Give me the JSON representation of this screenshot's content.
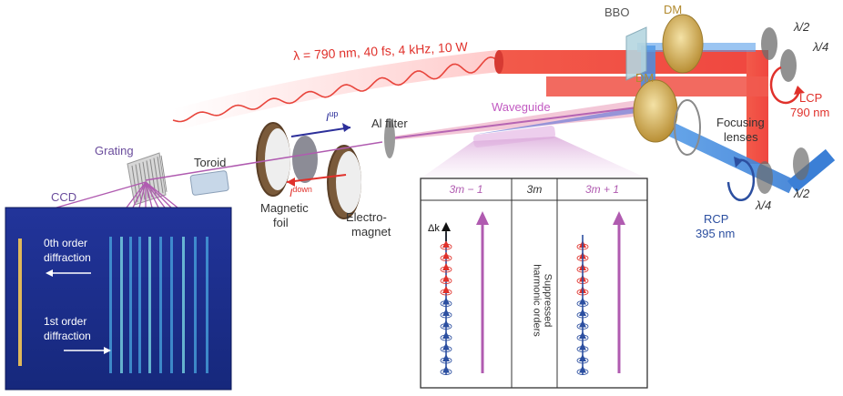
{
  "labels": {
    "laser": "λ = 790 nm, 40 fs, 4 kHz, 10 W",
    "bbo": "BBO",
    "dm_top": "DM",
    "dm_mid": "DM",
    "half_top": "λ/2",
    "quarter_top": "λ/4",
    "lcp": "LCP",
    "lcp_wl": "790 nm",
    "focusing_1": "Focusing",
    "focusing_2": "lenses",
    "rcp": "RCP",
    "rcp_wl": "395 nm",
    "quarter_bot": "λ/4",
    "half_bot": "λ/2",
    "waveguide": "Waveguide",
    "al_filter": "Al filter",
    "i_up": "I",
    "i_up_sup": "up",
    "i_down": "I",
    "i_down_sup": "down",
    "magnetic_1": "Magnetic",
    "magnetic_2": "foil",
    "electro_1": "Electro-",
    "electro_2": "magnet",
    "toroid": "Toroid",
    "grating": "Grating",
    "ccd": "CCD",
    "zeroth_1": "0th order",
    "zeroth_2": "diffraction",
    "first_1": "1st order",
    "first_2": "diffraction",
    "delta_k": "Δk",
    "col_left": "3m − 1",
    "col_mid": "3m",
    "col_right": "3m + 1",
    "suppressed_1": "Suppressed",
    "suppressed_2": "harmonic orders"
  },
  "colors": {
    "red_beam": "#ee3b3b",
    "blue_beam": "#4a90e2",
    "purple": "#b05bb0",
    "label_purple": "#6a4c9c",
    "label_red": "#e0312b",
    "label_blue": "#2c4fa0",
    "dm_gold": "#c8a24a",
    "ccd_bg": "#1c2f8f"
  }
}
